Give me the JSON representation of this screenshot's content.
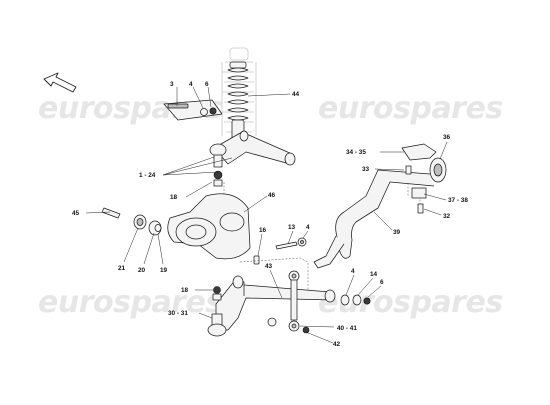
{
  "watermark": "eurospares",
  "callouts": {
    "c3": "3",
    "c4a": "4",
    "c6a": "6",
    "c44": "44",
    "c1_24": "1 - 24",
    "c18a": "18",
    "c46": "46",
    "c45": "45",
    "c21": "21",
    "c20": "20",
    "c19": "19",
    "c16": "16",
    "c13": "13",
    "c4b": "4",
    "c43": "43",
    "c18b": "18",
    "c30_31": "30 - 31",
    "c34_35": "34 - 35",
    "c36": "36",
    "c33": "33",
    "c37_38": "37 - 38",
    "c32": "32",
    "c39": "39",
    "c4c": "4",
    "c14": "14",
    "c6b": "6",
    "c40_41": "40 - 41",
    "c42": "42"
  },
  "icons": {
    "orientation": "direction-arrow-icon"
  }
}
